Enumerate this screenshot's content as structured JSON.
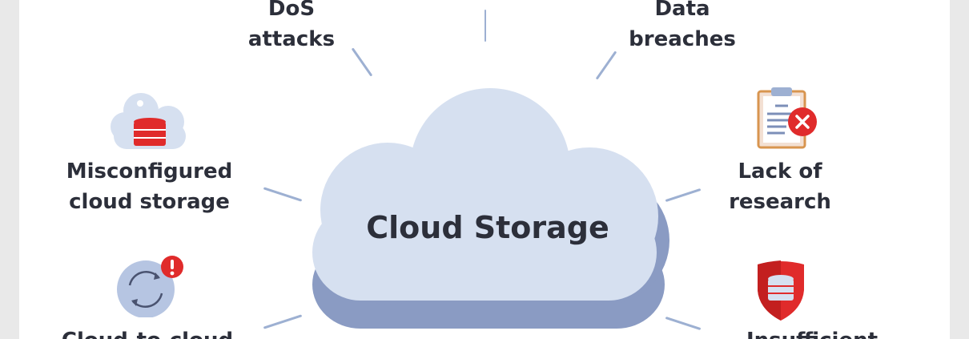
{
  "center": {
    "title": "Cloud Storage"
  },
  "risks": [
    {
      "label": "DoS\nattacks"
    },
    {
      "label": "Data\nbreaches"
    },
    {
      "label": "Misconfigured\ncloud storage"
    },
    {
      "label": "Lack of\nresearch"
    },
    {
      "label": "Cloud-to-cloud"
    },
    {
      "label": "Insufficient"
    }
  ],
  "colors": {
    "ray": "#9db0d2",
    "cloud_top": "#d6e0f0",
    "cloud_side": "#8a9bc3",
    "alert_red": "#e02b2b",
    "text": "#2c2f3a"
  },
  "icons": {
    "misconfigured": "cloud-database-icon",
    "research": "clipboard-error-icon",
    "sync": "sync-alert-icon",
    "security": "shield-database-icon"
  }
}
